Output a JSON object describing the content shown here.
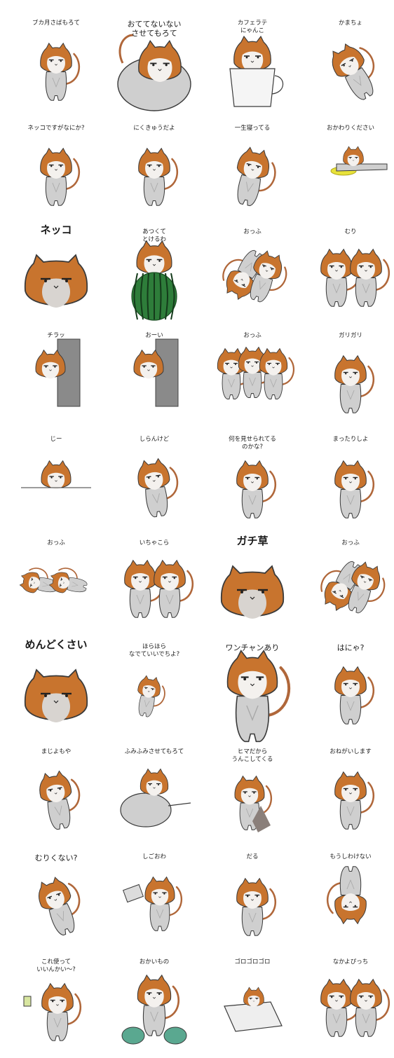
{
  "colors": {
    "fur": "#c8742e",
    "body": "#cfcfcf",
    "body_shade": "#a8a8a8",
    "outline": "#3a3a3a",
    "tail": "#b0673a",
    "pole": "#8a8a8a",
    "melon": "#2e7d3a",
    "frisbee": "#e8e23a",
    "bag": "#5aa890",
    "box": "#eeeeee",
    "paint": "#8a7f7a"
  },
  "stickers": [
    {
      "caption": "ブカ月さばもろて",
      "pose": "sit",
      "size": "small"
    },
    {
      "caption": "おててないない\nさせてもろて",
      "pose": "loaf",
      "size": "mid"
    },
    {
      "caption": "カフェラテ\nにゃんこ",
      "pose": "cup",
      "size": "small"
    },
    {
      "caption": "かまちょ",
      "pose": "roll",
      "size": "small"
    },
    {
      "caption": "ネッコですがなにか?",
      "pose": "stand",
      "size": "small"
    },
    {
      "caption": "にくきゅうだよ",
      "pose": "wave",
      "size": "small"
    },
    {
      "caption": "一生寝ってる",
      "pose": "lean",
      "size": "small"
    },
    {
      "caption": "おかわりください",
      "pose": "flat",
      "size": "small"
    },
    {
      "caption": "ネッコ",
      "pose": "face",
      "size": "big"
    },
    {
      "caption": "あつくて\nとけるわ",
      "pose": "melon",
      "size": "small"
    },
    {
      "caption": "おっふ",
      "pose": "tumble",
      "size": "small"
    },
    {
      "caption": "むり",
      "pose": "hug",
      "size": "small"
    },
    {
      "caption": "チラッ",
      "pose": "peek",
      "size": "small"
    },
    {
      "caption": "おーい",
      "pose": "peek2",
      "size": "small"
    },
    {
      "caption": "おっふ",
      "pose": "trio",
      "size": "small"
    },
    {
      "caption": "ガリガリ",
      "pose": "scratch",
      "size": "small"
    },
    {
      "caption": "じー",
      "pose": "hide",
      "size": "small"
    },
    {
      "caption": "しらんけど",
      "pose": "shrug",
      "size": "small"
    },
    {
      "caption": "何を見せられてる\nのかな?",
      "pose": "curl",
      "size": "small"
    },
    {
      "caption": "まったりしよ",
      "pose": "ball",
      "size": "small"
    },
    {
      "caption": "おっふ",
      "pose": "lying",
      "size": "small"
    },
    {
      "caption": "いちゃこら",
      "pose": "pair",
      "size": "small"
    },
    {
      "caption": "ガチ草",
      "pose": "face2",
      "size": "big"
    },
    {
      "caption": "おっふ",
      "pose": "tumble2",
      "size": "small"
    },
    {
      "caption": "めんどくさい",
      "pose": "face3",
      "size": "big"
    },
    {
      "caption": "ほらほら\nなでていいでちよ?",
      "pose": "tiny",
      "size": "small"
    },
    {
      "caption": "ワンチャンあり",
      "pose": "big",
      "size": "mid"
    },
    {
      "caption": "はにゃ?",
      "pose": "stand2",
      "size": "mid"
    },
    {
      "caption": "まじよもや",
      "pose": "side",
      "size": "small"
    },
    {
      "caption": "ふみふみさせてもろて",
      "pose": "knead",
      "size": "small"
    },
    {
      "caption": "ヒマだから\nうんこしてくる",
      "pose": "paint",
      "size": "small"
    },
    {
      "caption": "おねがいします",
      "pose": "bow",
      "size": "small"
    },
    {
      "caption": "むりくない?",
      "pose": "fold",
      "size": "mid"
    },
    {
      "caption": "しごおわ",
      "pose": "laptop",
      "size": "small"
    },
    {
      "caption": "だる",
      "pose": "slump",
      "size": "small"
    },
    {
      "caption": "もうしわけない",
      "pose": "kneel",
      "size": "small"
    },
    {
      "caption": "これ使って\nいいんかい～?",
      "pose": "card",
      "size": "small"
    },
    {
      "caption": "おかいもの",
      "pose": "bags",
      "size": "small"
    },
    {
      "caption": "ゴロゴロゴロ",
      "pose": "box",
      "size": "small"
    },
    {
      "caption": "なかよぴっち",
      "pose": "cuddle",
      "size": "small"
    }
  ]
}
